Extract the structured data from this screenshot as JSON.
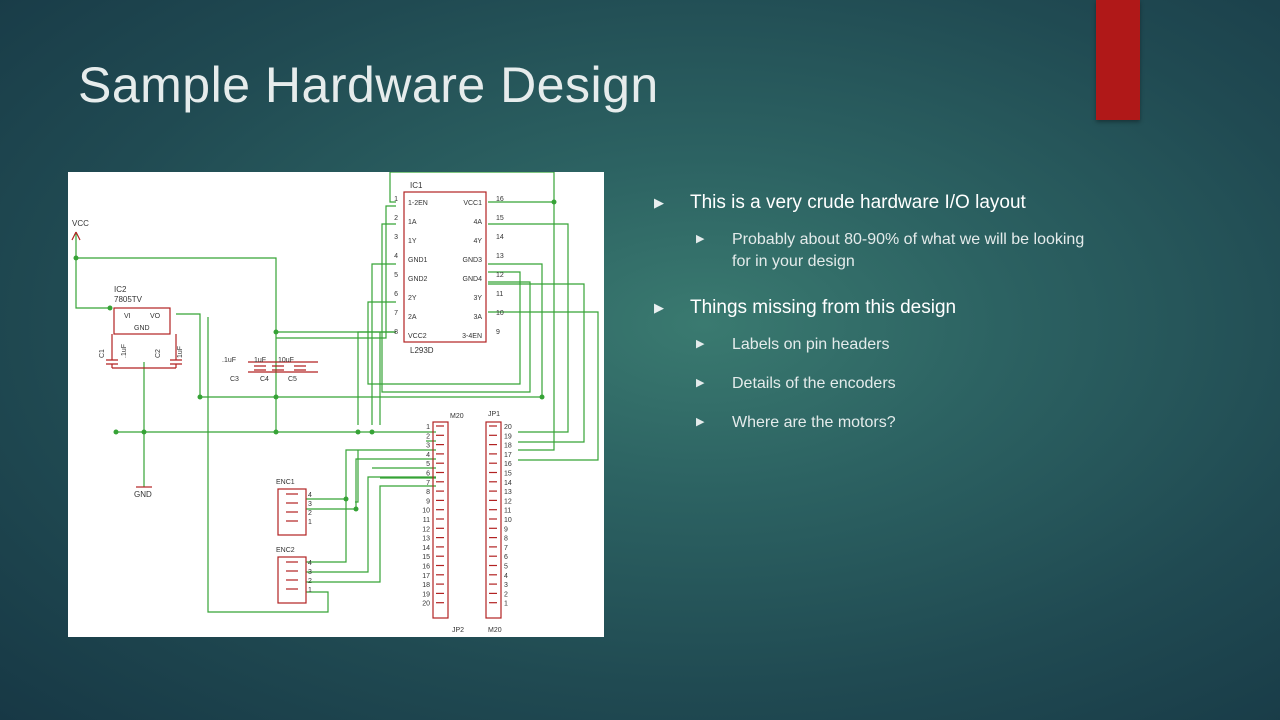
{
  "slide": {
    "title": "Sample Hardware Design",
    "accent_color": "#b01818"
  },
  "bullets": [
    {
      "text": "This is a very crude hardware I/O layout",
      "level": 1
    },
    {
      "text": "Probably about 80-90% of what we will be looking for in your design",
      "level": 2
    },
    {
      "text": "Things missing from this design",
      "level": 1
    },
    {
      "text": "Labels on pin headers",
      "level": 2
    },
    {
      "text": "Details of the encoders",
      "level": 2
    },
    {
      "text": "Where are the motors?",
      "level": 2
    }
  ],
  "bullet_icon": "triangle-right-icon",
  "schematic": {
    "wire_color": "#36a336",
    "part_color": "#b22222",
    "labels": {
      "vcc": "VCC",
      "gnd": "GND",
      "ic2_name": "IC2",
      "ic2_part": "7805TV",
      "ic2_vi": "VI",
      "ic2_vo": "VO",
      "ic2_gnd": "GND",
      "ic1_name": "IC1",
      "ic1_part": "L293D",
      "c1": "C1",
      "c1_val": ".1uF",
      "c2": "C2",
      "c2_val": "1uF",
      "c3": "C3",
      "c3_val": ".1uF",
      "c4": "C4",
      "c4_val": "1uF",
      "c5": "C5",
      "c5_val": "10uF",
      "enc1": "ENC1",
      "enc2": "ENC2",
      "m20_top": "M20",
      "jp2": "JP2",
      "jp1": "JP1",
      "m20_bottom": "M20"
    },
    "ic1_left_pins": [
      {
        "num": "1",
        "name": "1-2EN"
      },
      {
        "num": "2",
        "name": "1A"
      },
      {
        "num": "3",
        "name": "1Y"
      },
      {
        "num": "4",
        "name": "GND1"
      },
      {
        "num": "5",
        "name": "GND2"
      },
      {
        "num": "6",
        "name": "2Y"
      },
      {
        "num": "7",
        "name": "2A"
      },
      {
        "num": "8",
        "name": "VCC2"
      }
    ],
    "ic1_right_pins": [
      {
        "num": "16",
        "name": "VCC1"
      },
      {
        "num": "15",
        "name": "4A"
      },
      {
        "num": "14",
        "name": "4Y"
      },
      {
        "num": "13",
        "name": "GND3"
      },
      {
        "num": "12",
        "name": "GND4"
      },
      {
        "num": "11",
        "name": "3Y"
      },
      {
        "num": "10",
        "name": "3A"
      },
      {
        "num": "9",
        "name": "3-4EN"
      }
    ],
    "enc_pins": [
      "4",
      "3",
      "2",
      "1"
    ],
    "jp2_pins": [
      "1",
      "2",
      "3",
      "4",
      "5",
      "6",
      "7",
      "8",
      "9",
      "10",
      "11",
      "12",
      "13",
      "14",
      "15",
      "16",
      "17",
      "18",
      "19",
      "20"
    ],
    "jp1_pins": [
      "20",
      "19",
      "18",
      "17",
      "16",
      "15",
      "14",
      "13",
      "12",
      "11",
      "10",
      "9",
      "8",
      "7",
      "6",
      "5",
      "4",
      "3",
      "2",
      "1"
    ]
  }
}
